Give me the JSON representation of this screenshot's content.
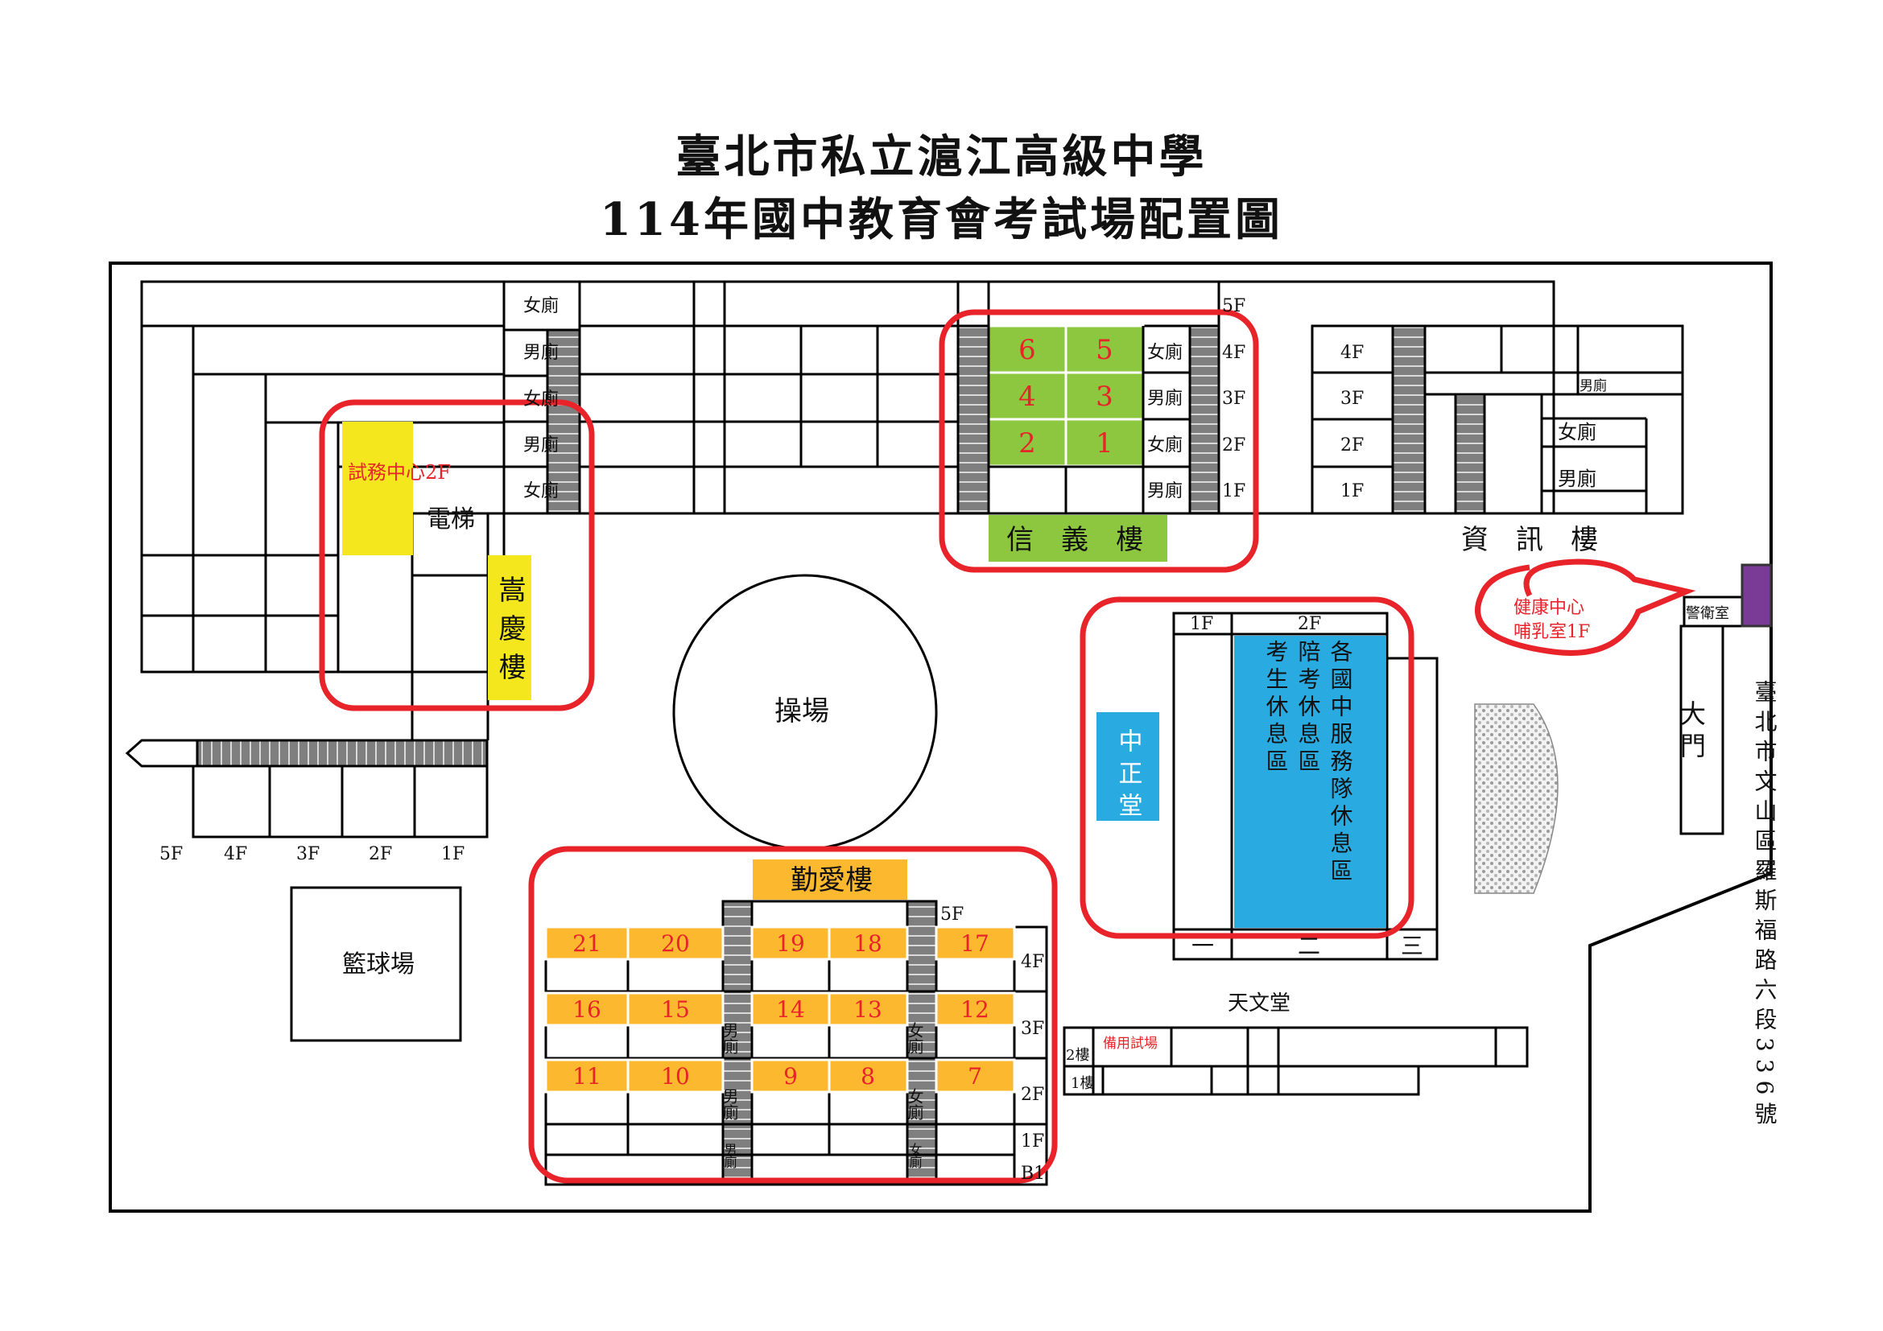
{
  "title": {
    "line1": "臺北市私立滬江高級中學",
    "line2": "114年國中教育會考試場配置圖"
  },
  "colors": {
    "exam_room_green": "#8dc63f",
    "exam_room_orange": "#fcb92f",
    "office_yellow": "#f5e71e",
    "hall_blue": "#29abe2",
    "highlight_red": "#e8232a",
    "room_number_red": "#e8232a",
    "stairs_gray": "#7f7f7f",
    "guard_purple": "#7a3b97"
  },
  "labels": {
    "women_restroom": "女廁",
    "men_restroom": "男廁",
    "elevator": "電梯",
    "exam_office": "試務中心2F",
    "songqing": "嵩慶樓",
    "xinyi": "信　義　樓",
    "info_building": "資　訊　樓",
    "playground": "操場",
    "basketball": "籃球場",
    "qinai": "勤愛樓",
    "zhongzheng": "中正堂",
    "rest_area_students": "考生休息區",
    "rest_area_companions": "陪考休息區",
    "rest_area_service": "各國中服務隊休息區",
    "health_center": "健康中心",
    "nursing_room": "哺乳室1F",
    "guard_room": "警衛室",
    "main_gate": "大門",
    "astronomy": "天文堂",
    "backup_room": "備用試場",
    "floor_2": "2樓",
    "floor_1": "1樓",
    "address": "臺北市文山區羅斯福路六段336號",
    "hall_1f": "1F",
    "hall_2f": "2F",
    "hall_one": "一",
    "hall_two": "二",
    "hall_three": "三"
  },
  "floors": {
    "f5": "5F",
    "f4": "4F",
    "f3": "3F",
    "f2": "2F",
    "f1": "1F",
    "b1": "B1"
  },
  "xinyi_rooms": [
    "6",
    "5",
    "4",
    "3",
    "2",
    "1"
  ],
  "qinai_rooms": [
    "21",
    "20",
    "19",
    "18",
    "17",
    "16",
    "15",
    "14",
    "13",
    "12",
    "11",
    "10",
    "9",
    "8",
    "7"
  ]
}
